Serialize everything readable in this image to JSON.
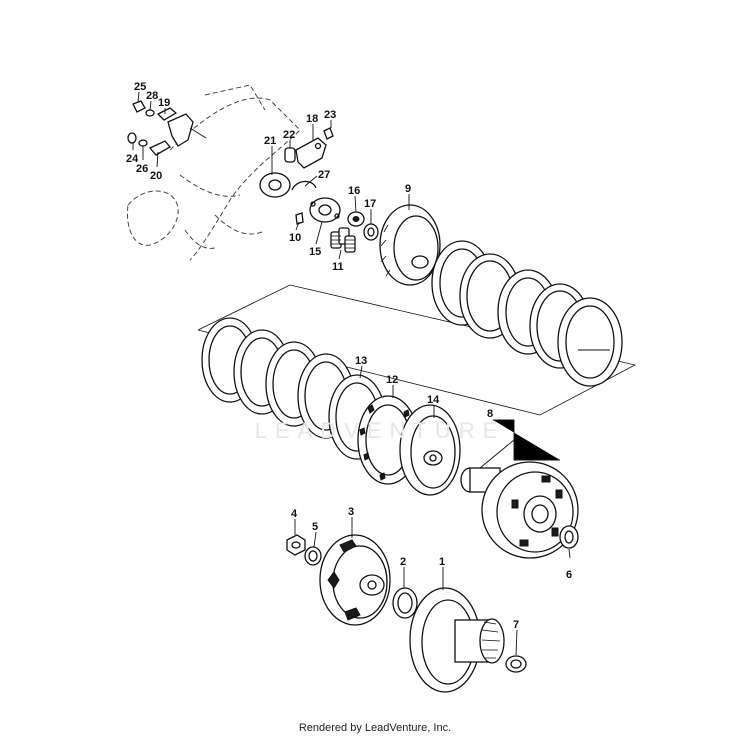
{
  "footer": {
    "text": "Rendered by LeadVenture, Inc."
  },
  "watermark": {
    "text": "LEADVENTURE"
  },
  "callouts": {
    "c1": "1",
    "c2": "2",
    "c3": "3",
    "c4": "4",
    "c5": "5",
    "c6": "6",
    "c7": "7",
    "c8": "8",
    "c9": "9",
    "c10": "10",
    "c11": "11",
    "c12": "12",
    "c13": "13",
    "c14": "14",
    "c15": "15",
    "c16": "16",
    "c17": "17",
    "c18": "18",
    "c19": "19",
    "c20": "20",
    "c21": "21",
    "c22": "22",
    "c23": "23",
    "c24": "24",
    "c25": "25",
    "c26": "26",
    "c27": "27",
    "c28": "28"
  }
}
